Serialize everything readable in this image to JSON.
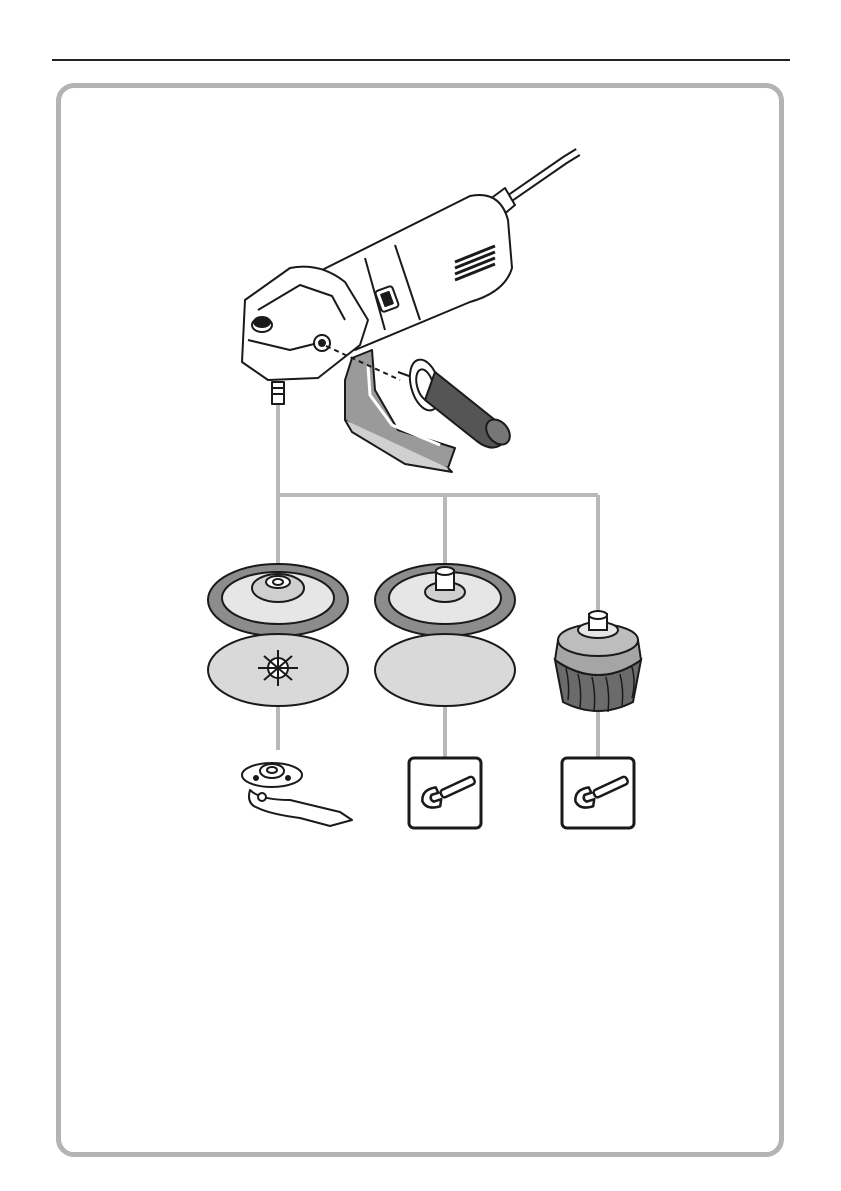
{
  "colors": {
    "frame": "#b3b3b3",
    "rule": "#222222",
    "connector": "#b9b9b9",
    "plate": "#8c8c8c",
    "disc_fill": "#d9d9d9",
    "outline": "#1a1a1a"
  },
  "figure": {
    "main_tool_icon": "angle-grinder-with-side-handle",
    "accessories": [
      {
        "icon": "backing-pad-with-sanding-disc-star-hole",
        "tool_icon": "two-pin-spanner-icon"
      },
      {
        "icon": "backing-pad-with-sanding-disc",
        "tool_icon": "open-end-wrench-icon"
      },
      {
        "icon": "cup-wire-brush",
        "tool_icon": "open-end-wrench-icon"
      }
    ]
  }
}
